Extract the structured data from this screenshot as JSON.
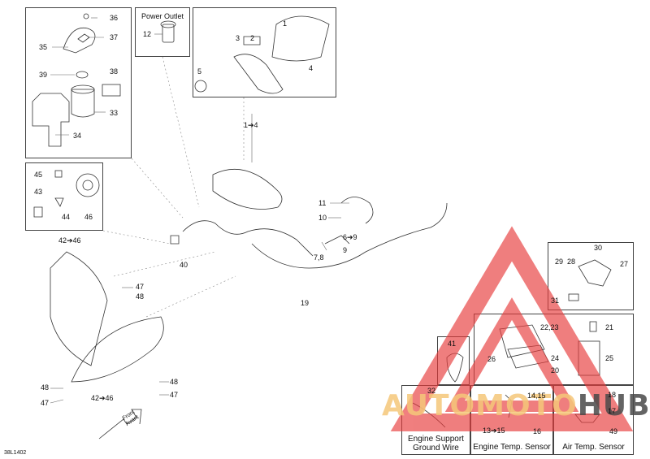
{
  "diagram_code": "38L1402",
  "callouts": {
    "n36": "36",
    "n37": "37",
    "n35": "35",
    "n38": "38",
    "n39": "39",
    "n33": "33",
    "n34": "34",
    "n12": "12",
    "n3": "3",
    "n2": "2",
    "n1": "1",
    "n4": "4",
    "n5": "5",
    "n1to4": "1➔4",
    "n45": "45",
    "n43": "43",
    "n44": "44",
    "n46": "46",
    "n42to46_top": "42➔46",
    "n11": "11",
    "n10": "10",
    "n6to9": "6➔9",
    "n78": "7,8",
    "n9": "9",
    "n40": "40",
    "n47a": "47",
    "n48a": "48",
    "n19": "19",
    "n30": "30",
    "n29": "29",
    "n28": "28",
    "n27": "27",
    "n31": "31",
    "n2223": "22,23",
    "n21": "21",
    "n26": "26",
    "n24": "24",
    "n25": "25",
    "n20": "20",
    "n41": "41",
    "n48b": "48",
    "n47b": "47",
    "n48c": "48",
    "n47c": "47",
    "n42to46_bot": "42➔46",
    "n32": "32",
    "n1415": "14,15",
    "n13to15": "13➔15",
    "n16": "16",
    "n18": "18",
    "n17": "17",
    "n49": "49"
  },
  "labels": {
    "power_outlet": "Power Outlet",
    "engine_support_ground_wire": "Engine Support\nGround Wire",
    "engine_temp_sensor": "Engine Temp. Sensor",
    "air_temp_sensor": "Air Temp. Sensor",
    "front_arrow": "Front\nAvant"
  },
  "watermark": {
    "part1": "AUTO",
    "part2": "MOTO",
    "part3": "HUB",
    "color_light": "#f5c77a",
    "color_dark": "#4a4a4a",
    "triangle_color": "#e83a3a"
  }
}
